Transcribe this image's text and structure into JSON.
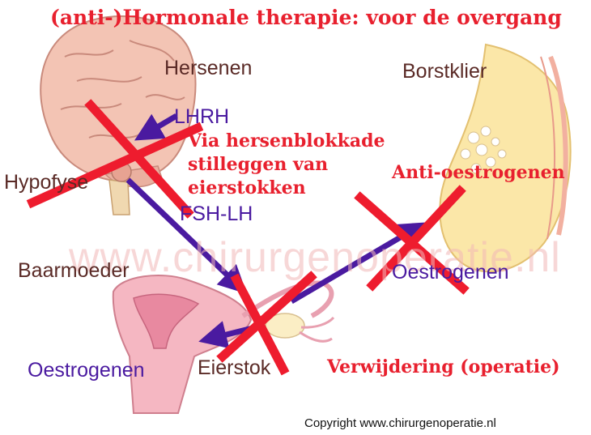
{
  "title": "(anti-)Hormonale therapie: voor de overgang",
  "watermark": "www.chirurgenoperatie.nl",
  "copyright": "Copyright www.chirurgenoperatie.nl",
  "labels": {
    "hersenen": "Hersenen",
    "borstklier": "Borstklier",
    "hypofyse": "Hypofyse",
    "lhrh": "LHRH",
    "fsh_lh": "FSH-LH",
    "baarmoeder": "Baarmoeder",
    "oestrogenen_right": "Oestrogenen",
    "oestrogenen_left": "Oestrogenen",
    "eierstok": "Eierstok"
  },
  "annotations": {
    "hersenblokkade_1": "Via hersenblokkade",
    "hersenblokkade_2": "stilleggen van",
    "hersenblokkade_3": "eierstokken",
    "anti_oestrogenen": "Anti-oestrogenen",
    "verwijdering": "Verwijdering (operatie)"
  },
  "colors": {
    "title_red": "#e8202e",
    "label_brown": "#5a2a26",
    "hormone_purple": "#4a1aa0",
    "cross_red": "#ee1c2e",
    "arrow_purple": "#4a1aa0"
  }
}
